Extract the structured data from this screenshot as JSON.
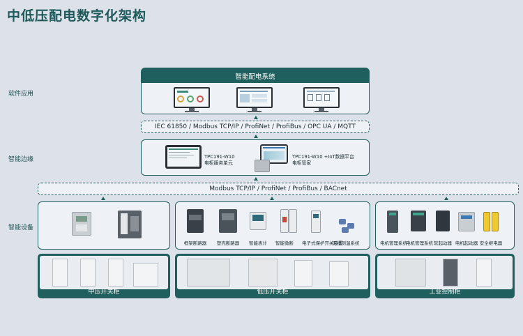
{
  "title": "中低压配电数字化架构",
  "layers": {
    "software": "软件应用",
    "edge": "智能边缘",
    "devices": "智能设备"
  },
  "software_box": {
    "header": "智能配电系统"
  },
  "protocols_top": "IEC 61850 / Modbus TCP/IP / ProfiNet / ProfiBus / OPC UA / MQTT",
  "edge_box": {
    "item1_line1": "TPC191-W10",
    "item1_line2": "电柜服务单元",
    "item2_line1": "TPC191-W10 +IoT数据平台",
    "item2_line2": "电柜管家"
  },
  "protocols_mid": "Modbus TCP/IP / ProfiNet / ProfiBus / BACnet",
  "lv_devices": [
    "框架断路器",
    "塑壳断路器",
    "智能表计",
    "智能微断",
    "电子式保护开关装置",
    "无线测温系统"
  ],
  "ind_devices": [
    "电机管理系统",
    "电机管理系统",
    "软起动器",
    "电机起动器",
    "安全继电器"
  ],
  "switchgear": {
    "mv": "中压开关柜",
    "lv": "低压开关柜",
    "ind": "工业控制柜"
  },
  "colors": {
    "teal": "#1f5f5d",
    "background": "#dde2ea"
  }
}
